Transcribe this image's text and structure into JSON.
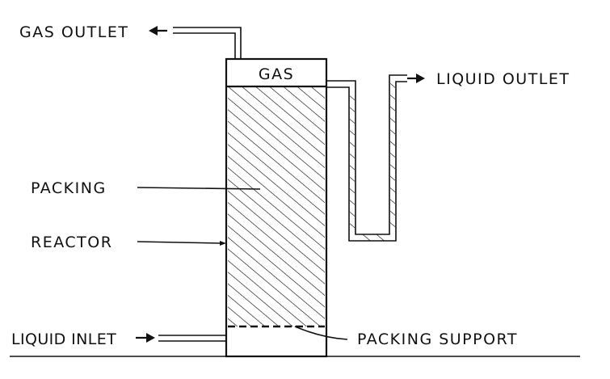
{
  "labels": {
    "gas_outlet": "GAS OUTLET",
    "gas": "GAS",
    "liquid_outlet": "LIQUID OUTLET",
    "packing": "PACKING",
    "reactor": "REACTOR",
    "liquid_inlet": "LIQUID INLET",
    "packing_support": "PACKING SUPPORT"
  }
}
